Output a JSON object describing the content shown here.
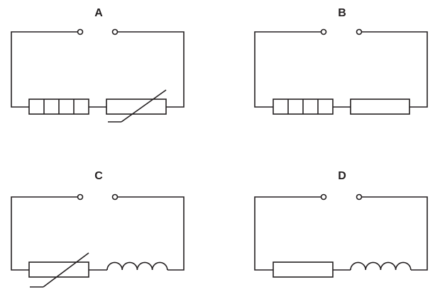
{
  "circuits": [
    {
      "label": "A",
      "components": [
        "cell-battery",
        "variable-resistor"
      ]
    },
    {
      "label": "B",
      "components": [
        "cell-battery",
        "resistor"
      ]
    },
    {
      "label": "C",
      "components": [
        "variable-resistor",
        "inductor-coil"
      ]
    },
    {
      "label": "D",
      "components": [
        "resistor",
        "inductor-coil"
      ]
    }
  ],
  "colors": {
    "line": "#231f20",
    "background": "#ffffff"
  }
}
